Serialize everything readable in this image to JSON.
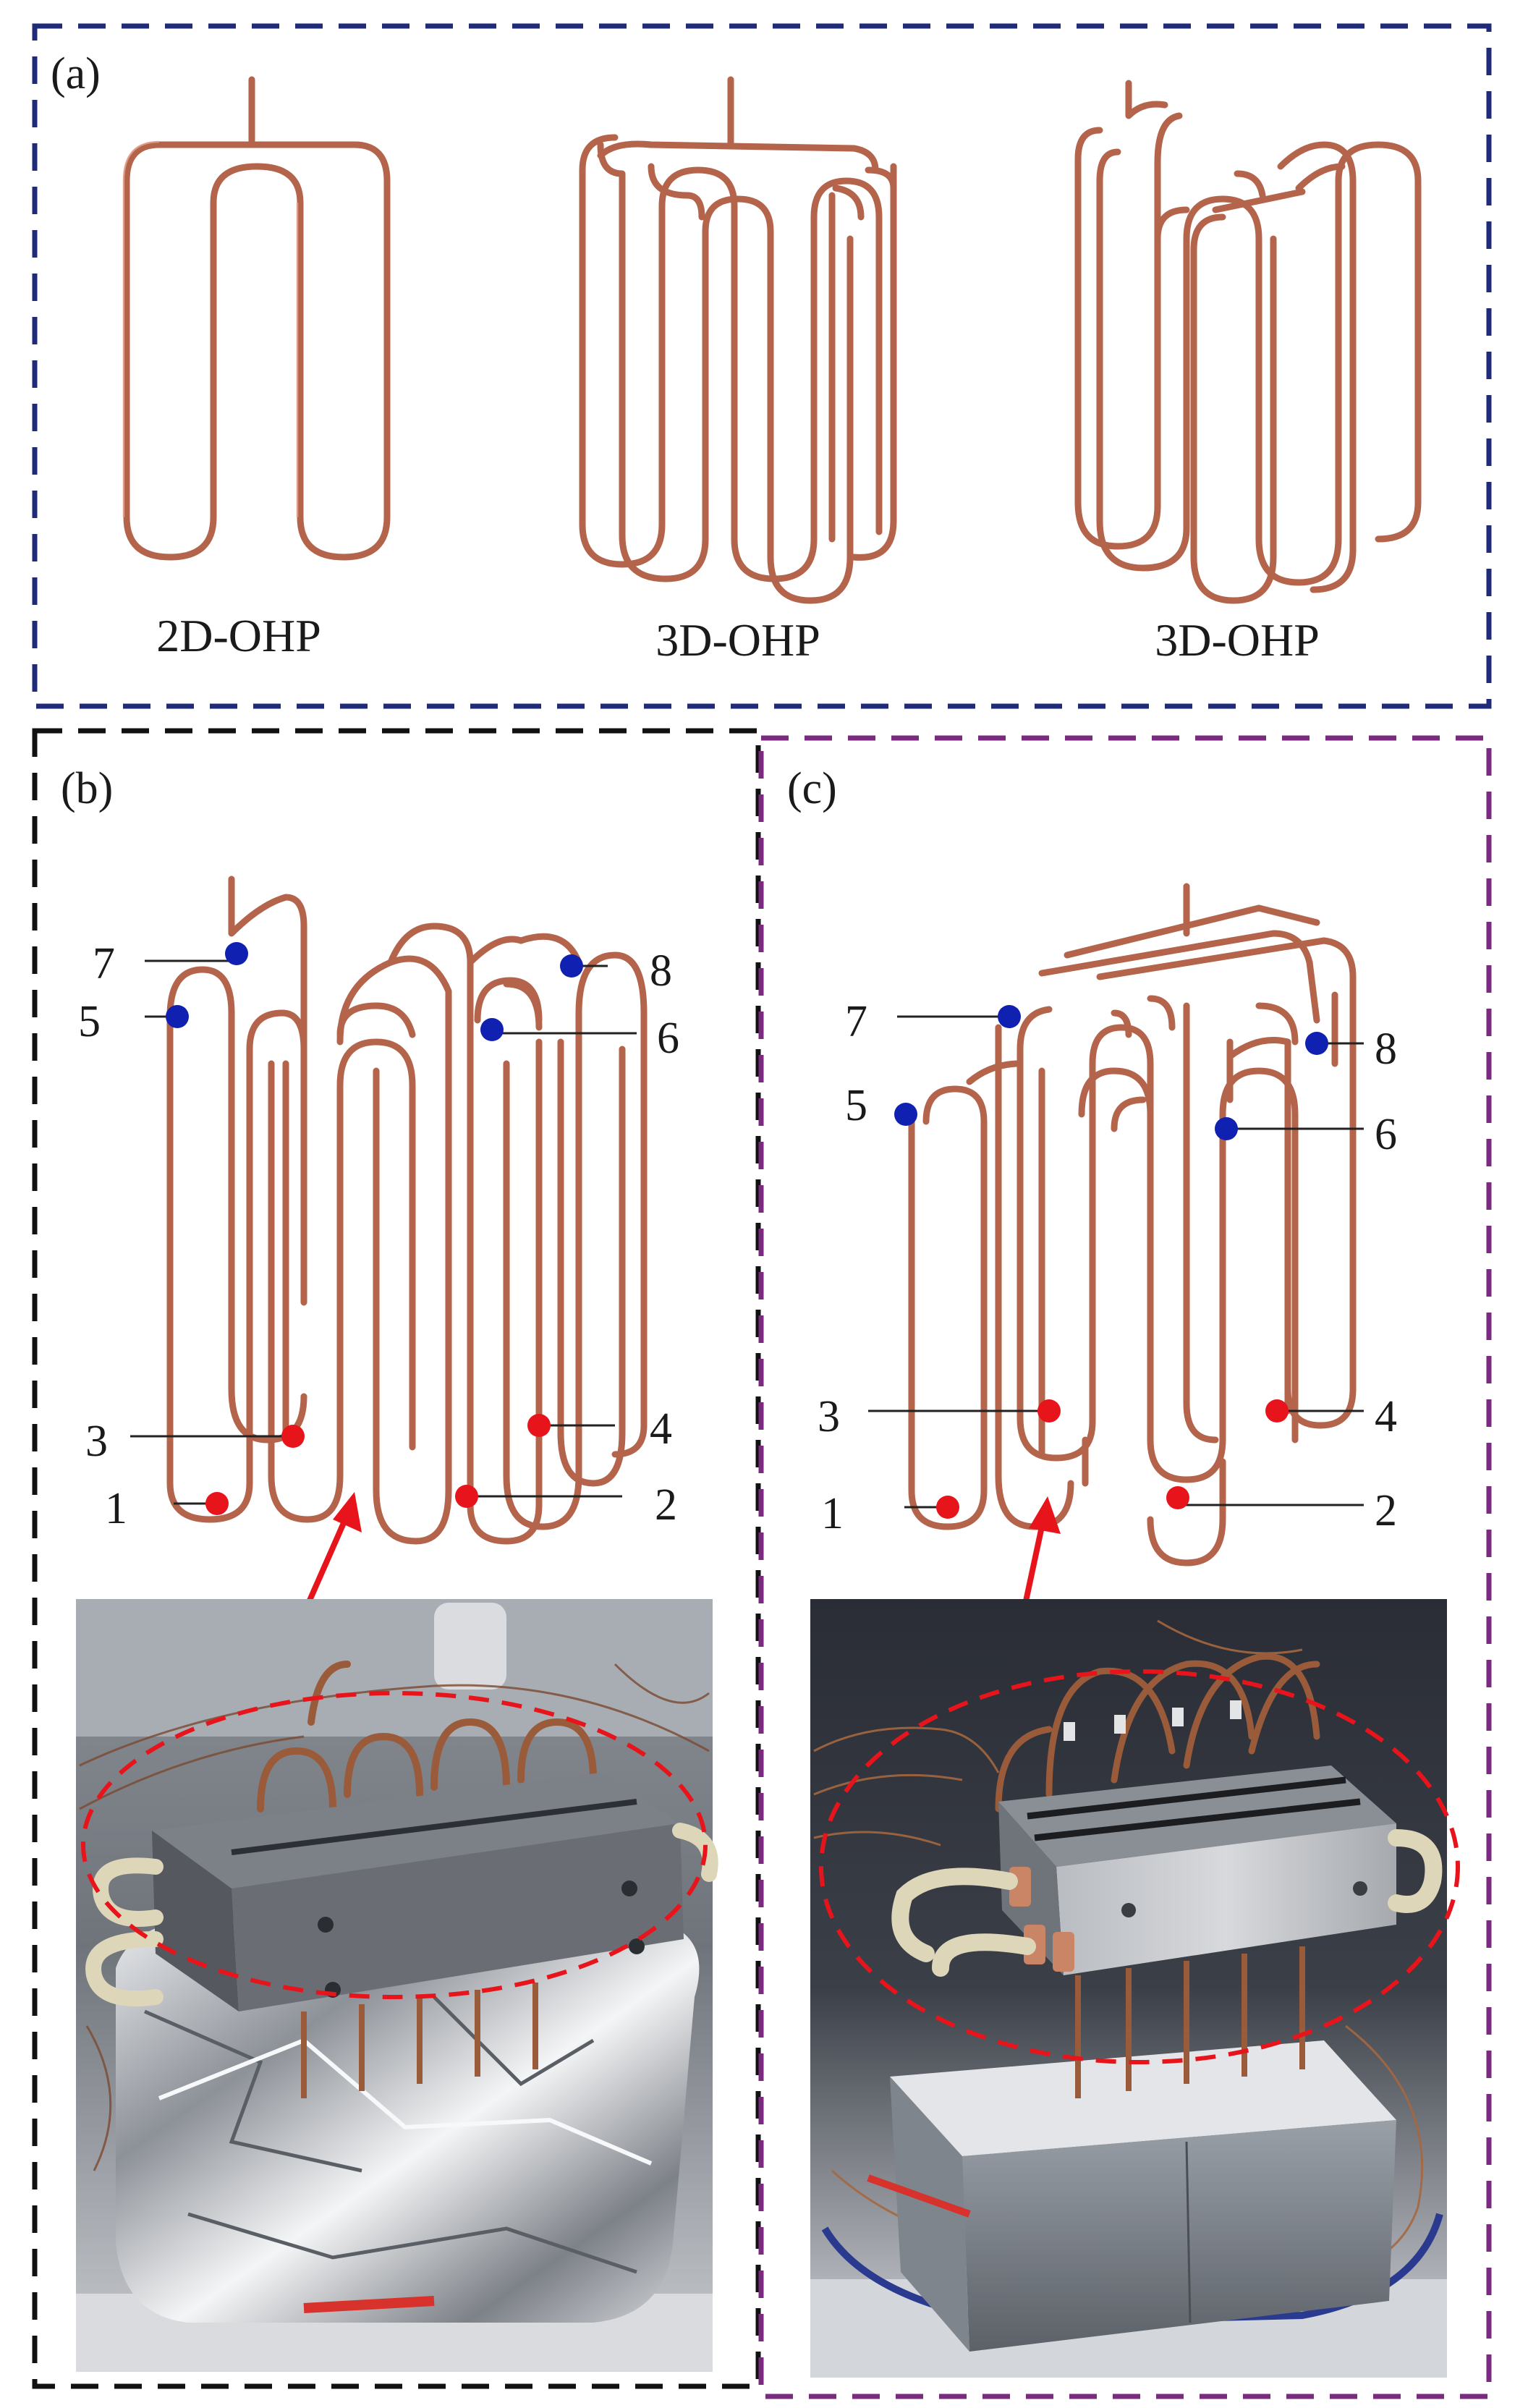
{
  "panels": {
    "a": {
      "label": "(a)",
      "captions": [
        "2D-OHP",
        "3D-OHP",
        "3D-OHP"
      ]
    },
    "b": {
      "label": "(b)",
      "points": [
        "1",
        "2",
        "3",
        "4",
        "5",
        "6",
        "7",
        "8"
      ]
    },
    "c": {
      "label": "(c)",
      "points": [
        "1",
        "2",
        "3",
        "4",
        "5",
        "6",
        "7",
        "8"
      ]
    }
  },
  "colors": {
    "panel_a_border": "#1f2a78",
    "panel_b_border": "#111111",
    "panel_c_border": "#7a2a7f",
    "pipe": "#b4644a",
    "pipe_highlight": "#e2a08a",
    "evaporator_point": "#e8141b",
    "condenser_point": "#1020b0",
    "arrow": "#e8141b"
  }
}
